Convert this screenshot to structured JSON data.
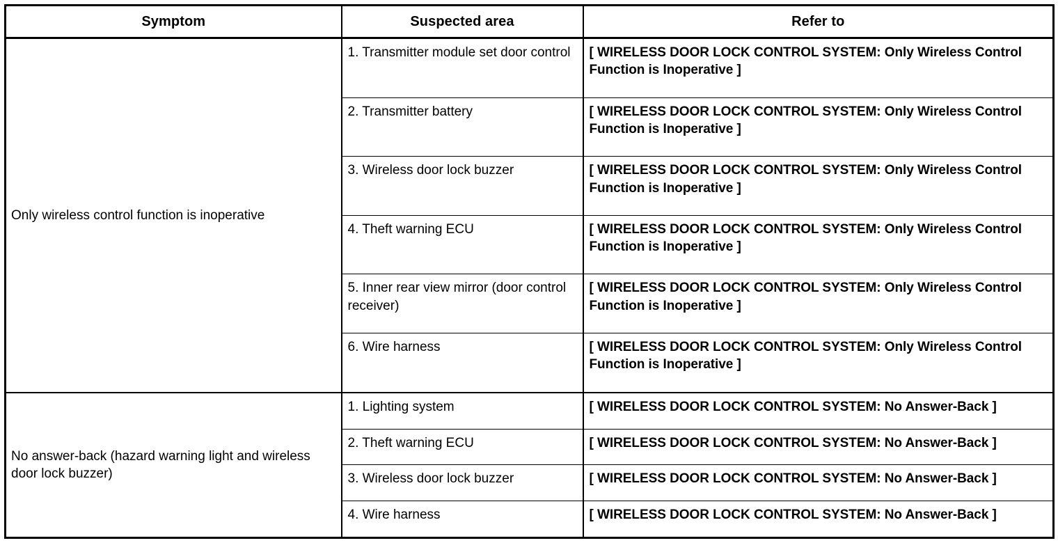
{
  "table": {
    "headers": {
      "symptom": "Symptom",
      "suspected_area": "Suspected area",
      "refer_to": "Refer to"
    },
    "groups": [
      {
        "symptom": "Only wireless control function is inoperative",
        "rows": [
          {
            "suspected_area": "1. Transmitter module set door control",
            "refer_to": "[ WIRELESS DOOR LOCK CONTROL SYSTEM: Only Wireless Control Function is Inoperative ]"
          },
          {
            "suspected_area": "2. Transmitter battery",
            "refer_to": "[ WIRELESS DOOR LOCK CONTROL SYSTEM: Only Wireless Control Function is Inoperative ]"
          },
          {
            "suspected_area": "3. Wireless door lock buzzer",
            "refer_to": "[ WIRELESS DOOR LOCK CONTROL SYSTEM: Only Wireless Control Function is Inoperative ]"
          },
          {
            "suspected_area": "4. Theft warning ECU",
            "refer_to": "[ WIRELESS DOOR LOCK CONTROL SYSTEM: Only Wireless Control Function is Inoperative ]"
          },
          {
            "suspected_area": "5. Inner rear view mirror (door control receiver)",
            "refer_to": "[ WIRELESS DOOR LOCK CONTROL SYSTEM: Only Wireless Control Function is Inoperative ]"
          },
          {
            "suspected_area": "6. Wire harness",
            "refer_to": "[ WIRELESS DOOR LOCK CONTROL SYSTEM: Only Wireless Control Function is Inoperative ]"
          }
        ]
      },
      {
        "symptom": "No answer-back (hazard warning light and wireless door lock buzzer)",
        "rows": [
          {
            "suspected_area": "1. Lighting system",
            "refer_to": "[ WIRELESS DOOR LOCK CONTROL SYSTEM: No Answer-Back ]"
          },
          {
            "suspected_area": "2. Theft warning ECU",
            "refer_to": "[ WIRELESS DOOR LOCK CONTROL SYSTEM: No Answer-Back ]"
          },
          {
            "suspected_area": "3. Wireless door lock buzzer",
            "refer_to": "[ WIRELESS DOOR LOCK CONTROL SYSTEM: No Answer-Back ]"
          },
          {
            "suspected_area": "4. Wire harness",
            "refer_to": "[ WIRELESS DOOR LOCK CONTROL SYSTEM: No Answer-Back ]"
          }
        ]
      }
    ]
  },
  "colors": {
    "border": "#000000",
    "text": "#000000",
    "background": "#ffffff"
  }
}
